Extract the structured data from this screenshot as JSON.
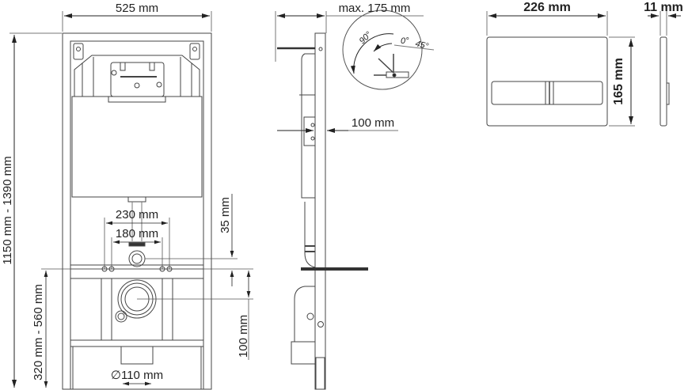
{
  "front_view": {
    "width_label": "525 mm",
    "height_label": "1150 mm - 1390 mm",
    "pipe_spacing_outer_label": "230 mm",
    "pipe_spacing_inner_label": "180 mm",
    "inlet_offset_label": "35 mm",
    "drain_height_label": "320 mm - 560 mm",
    "drain_offset_label": "100 mm",
    "drain_diameter_label": "∅110 mm"
  },
  "side_view": {
    "depth_label": "max. 175 mm",
    "frame_depth_label": "100 mm",
    "angle_detail": {
      "labels": [
        "90°",
        "0°",
        "45°"
      ]
    }
  },
  "flush_plate": {
    "width_label": "226 mm",
    "height_label": "165 mm",
    "depth_label": "11 mm"
  },
  "colors": {
    "line": "#333333",
    "light_line": "#777777",
    "background": "#ffffff"
  }
}
